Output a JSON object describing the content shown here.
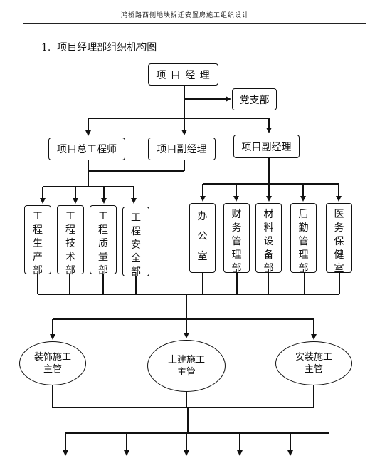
{
  "header": {
    "title": "鸿桥路西侧地块拆迁安置房施工组织设计"
  },
  "section": {
    "number": "1.",
    "title": "项目经理部组织机构图"
  },
  "chart": {
    "top": "项 目 经 理",
    "party": "党支部",
    "level2": {
      "chief_engineer": "项目总工程师",
      "deputy_a": "项目副经理",
      "deputy_b": "项目副经理"
    },
    "eng_depts": [
      "工程生产部",
      "工程技术部",
      "工程质量部",
      "工程安全部"
    ],
    "admin_depts": [
      "办公室",
      "财务管理部",
      "材料设备部",
      "后勤管理部",
      "医务保健室"
    ],
    "supervisors": [
      {
        "line1": "装饰施工",
        "line2": "主管"
      },
      {
        "line1": "土建施工",
        "line2": "主管"
      },
      {
        "line1": "安装施工",
        "line2": "主管"
      }
    ]
  }
}
